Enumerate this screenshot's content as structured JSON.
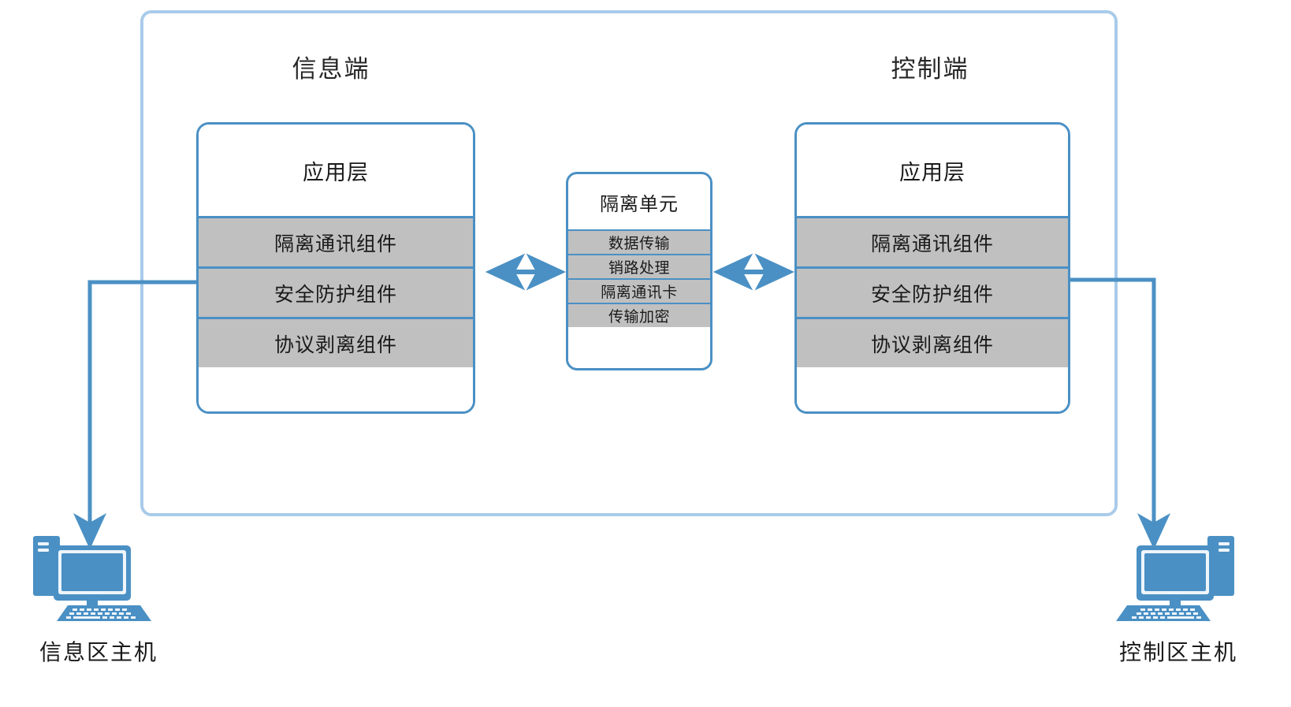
{
  "diagram": {
    "title_visible": false,
    "colors": {
      "frame_border": "#a9cbea",
      "box_border": "#4a90c4",
      "row_fill": "#c0c0c0",
      "arrow": "#4a90c4",
      "device": "#4a90c4",
      "text": "#1a1a1a",
      "background": "#ffffff"
    }
  },
  "zones": {
    "left_caption": "信息端",
    "right_caption": "控制端"
  },
  "left_stack": {
    "header": "应用层",
    "rows": [
      "隔离通讯组件",
      "安全防护组件",
      "协议剥离组件"
    ]
  },
  "right_stack": {
    "header": "应用层",
    "rows": [
      "隔离通讯组件",
      "安全防护组件",
      "协议剥离组件"
    ]
  },
  "center_unit": {
    "header": "隔离单元",
    "rows": [
      "数据传输",
      "销路处理",
      "隔离通讯卡",
      "传输加密"
    ]
  },
  "devices": {
    "left": {
      "label": "信息区主机",
      "icon": "desktop-computer-icon"
    },
    "right": {
      "label": "控制区主机",
      "icon": "desktop-computer-icon"
    }
  },
  "connectors": {
    "left_to_center": "bidirectional-arrow",
    "center_to_right": "bidirectional-arrow",
    "left_stack_to_host": "elbow-arrow-down",
    "right_stack_to_host": "elbow-arrow-down"
  }
}
